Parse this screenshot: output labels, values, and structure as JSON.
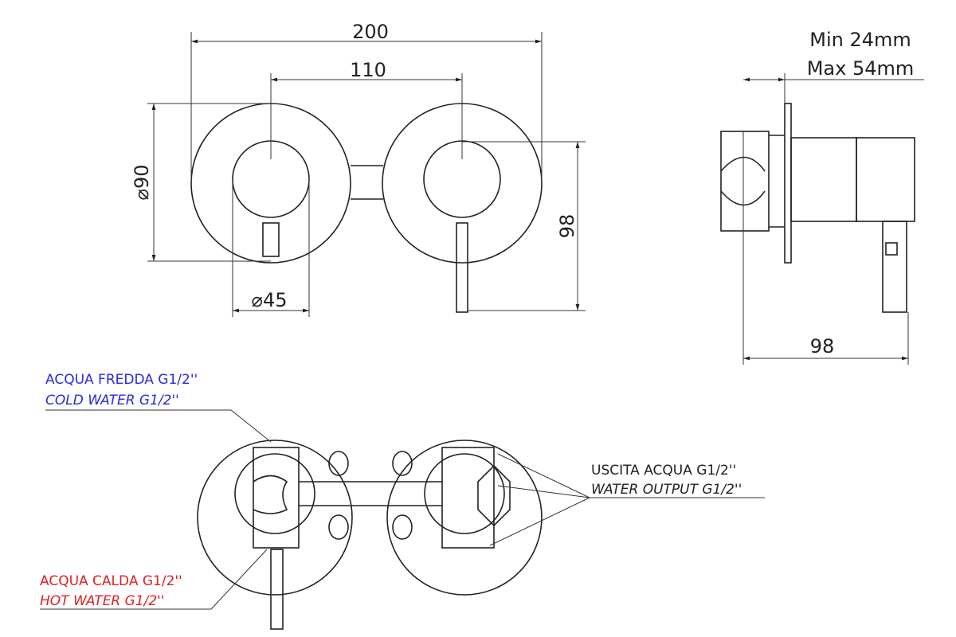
{
  "dimensions": {
    "total_width": "200",
    "center_distance": "110",
    "plate_diameter": "⌀90",
    "handle_diameter": "⌀45",
    "front_height": "98",
    "side_depth": "98",
    "wall_min": "Min 24mm",
    "wall_max": "Max 54mm"
  },
  "labels": {
    "cold_it": "ACQUA FREDDA G1/2''",
    "cold_en": "COLD WATER G1/2''",
    "hot_it": "ACQUA CALDA G1/2''",
    "hot_en": "HOT WATER G1/2''",
    "out_it": "USCITA ACQUA G1/2''",
    "out_en": "WATER OUTPUT G1/2''"
  },
  "colors": {
    "cold": "#2a2ae0",
    "hot": "#e02020",
    "line": "#222222"
  }
}
